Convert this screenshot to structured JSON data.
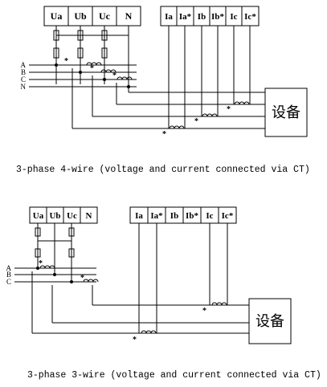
{
  "diagram_4w": {
    "voltage_terminals": [
      "Ua",
      "Ub",
      "Uc",
      "N"
    ],
    "current_terminals": [
      "Ia",
      "Ia*",
      "Ib",
      "Ib*",
      "Ic",
      "Ic*"
    ],
    "phase_labels": [
      "A",
      "B",
      "C",
      "N"
    ],
    "device_label": "设备",
    "polarity_mark": "*",
    "caption": "3-phase 4-wire (voltage and current connected via CT)"
  },
  "diagram_3w": {
    "voltage_terminals": [
      "Ua",
      "Ub",
      "Uc",
      "N"
    ],
    "current_terminals": [
      "Ia",
      "Ia*",
      "Ib",
      "Ib*",
      "Ic",
      "Ic*"
    ],
    "phase_labels": [
      "A",
      "B",
      "C"
    ],
    "device_label": "设备",
    "polarity_mark": "*",
    "caption": "3-phase 3-wire (voltage and current connected via CT)"
  }
}
